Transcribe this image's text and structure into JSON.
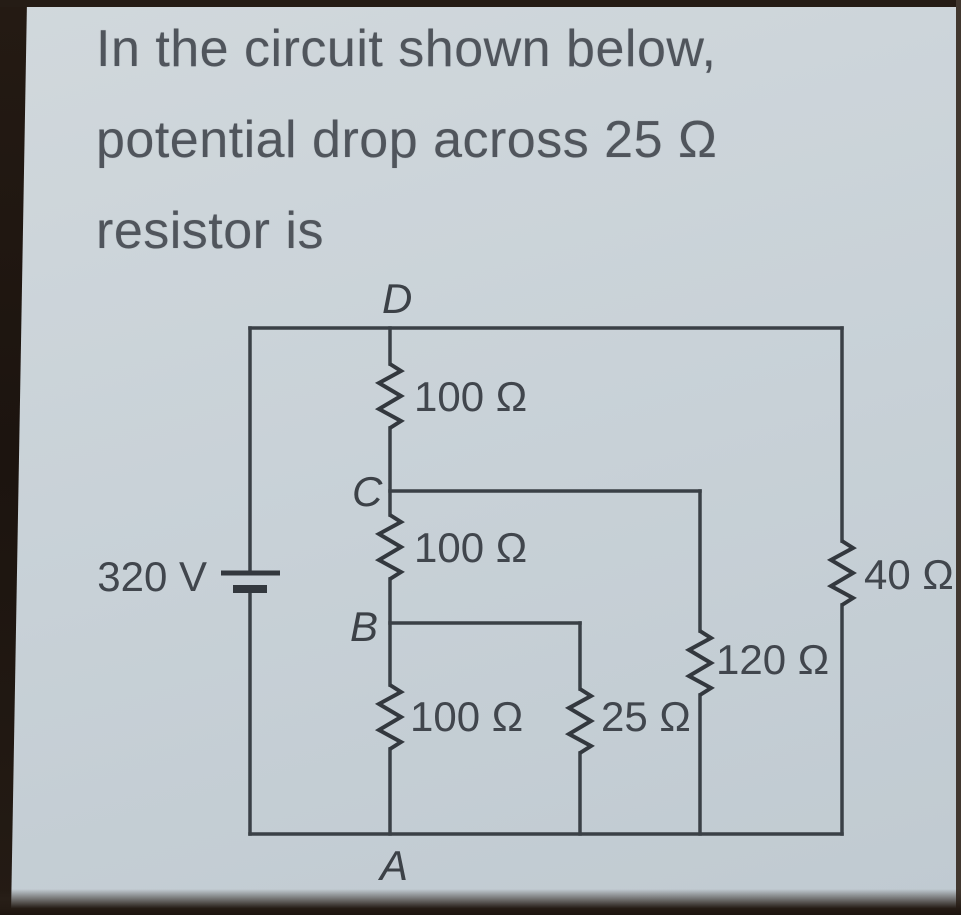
{
  "question": {
    "lines": [
      "In the circuit shown below,",
      "potential drop across 25 Ω",
      "resistor is"
    ]
  },
  "circuit": {
    "source": {
      "label": "320 V"
    },
    "node_labels": {
      "d": "D",
      "c": "C",
      "b": "B",
      "a": "A"
    },
    "resistors": {
      "r_dc": {
        "label": "100 Ω"
      },
      "r_cb": {
        "label": "100 Ω"
      },
      "r_ba": {
        "label": "100 Ω"
      },
      "r_25": {
        "label": "25 Ω"
      },
      "r_120": {
        "label": "120 Ω"
      },
      "r_40": {
        "label": "40 Ω"
      }
    },
    "colors": {
      "background": "#c9d2d8",
      "wire": "#3a4046",
      "label_text": "#41464d",
      "question_text": "#50555c",
      "photo_edge": "#241b14"
    }
  }
}
